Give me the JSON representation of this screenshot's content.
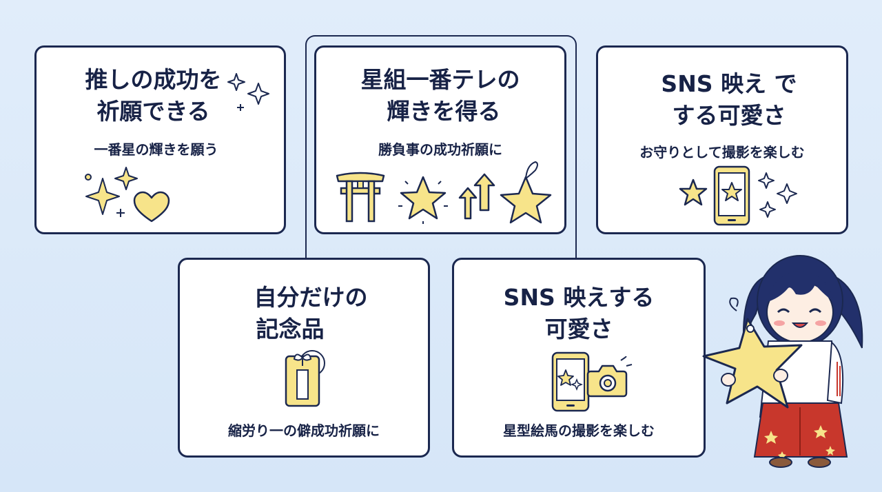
{
  "cards": [
    {
      "title_line1": "推しの成功を",
      "title_line2": "祈願できる",
      "subtitle": "一番星の輝きを願う",
      "icons": [
        "sparkle-icon",
        "heart-icon"
      ]
    },
    {
      "title_line1": "星組一番テレの",
      "title_line2": "輝きを得る",
      "subtitle": "勝負事の成功祈願に",
      "icons": [
        "torii-gate-icon",
        "star-icon",
        "arrows-up-icon",
        "star-ema-icon"
      ]
    },
    {
      "title_line1": "SNS 映え で",
      "title_line2": "する可愛さ",
      "subtitle": "お守りとして撮影を楽しむ",
      "icons": [
        "star-icon",
        "smartphone-star-icon",
        "sparkle-icon"
      ]
    },
    {
      "title_line1": "自分だけの",
      "title_line2": "記念品",
      "subtitle": "縮労り一の僻成功祈願に",
      "icons": [
        "omamori-icon"
      ]
    },
    {
      "title_line1": "SNS 映えする",
      "title_line2": "可愛さ",
      "subtitle": "星型絵馬の撮影を楽しむ",
      "icons": [
        "smartphone-icon",
        "camera-icon"
      ]
    }
  ],
  "colors": {
    "navy": "#1b2850",
    "star_yellow": "#f7e48a",
    "background": "#dbe9f9",
    "hakama_red": "#c8372c"
  },
  "character": "shrine-maiden-holding-star"
}
